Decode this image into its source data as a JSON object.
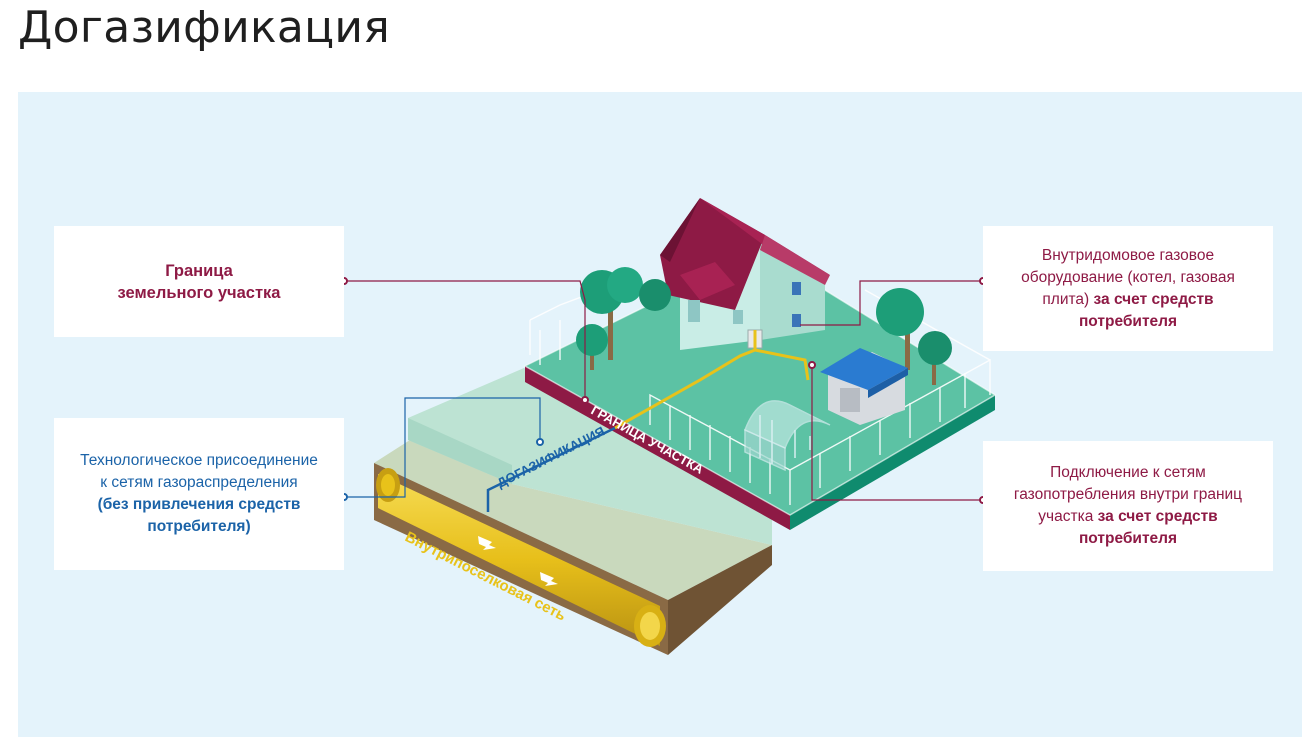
{
  "page": {
    "title": "Догазификация"
  },
  "colors": {
    "panel_bg": "#e4f3fb",
    "brand_red": "#8e1a45",
    "brand_blue": "#1b63a8",
    "gas_yellow": "#e8c21a",
    "plot_green": "#5cc2a4"
  },
  "diagram": {
    "callouts": {
      "boundary": {
        "line1": "Граница",
        "line2": "земельного участка"
      },
      "tech_connection": {
        "line1": "Технологическое присоединение",
        "line2": "к сетям газораспределения",
        "line3": "(без привлечения средств",
        "line4": "потребителя)"
      },
      "equipment": {
        "line1": "Внутридомовое газовое",
        "line2": "оборудование (котел, газовая",
        "line3_plain": "плита)",
        "line3_bold": "за счет средств",
        "line4": "потребителя"
      },
      "connection": {
        "line1": "Подключение к сетям",
        "line2": "газопотребления внутри границ",
        "line3_plain": "участка",
        "line3_bold": "за счет средств",
        "line4": "потребителя"
      }
    },
    "labels": {
      "plot_border": "ГРАНИЦА УЧАСТКА",
      "dogazifikatsiya": "ДОГАЗИФИКАЦИЯ",
      "pipeline": "Внутрипоселковая сеть"
    }
  }
}
